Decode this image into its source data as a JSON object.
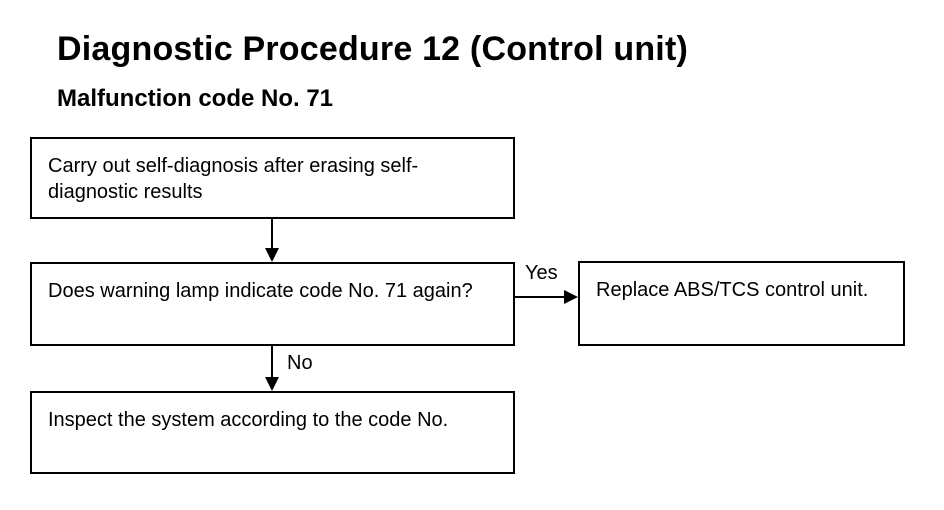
{
  "header": {
    "title": "Diagnostic Procedure 12 (Control unit)",
    "subtitle": "Malfunction code No. 71"
  },
  "flowchart": {
    "steps": [
      {
        "id": "step-1",
        "text": "Carry out self-diagnosis after erasing self-diagnostic results"
      },
      {
        "id": "step-2",
        "text": "Does warning lamp indicate code No. 71 again?"
      },
      {
        "id": "step-3",
        "text": "Replace ABS/TCS control unit."
      },
      {
        "id": "step-4",
        "text": "Inspect the system according to the code No."
      }
    ],
    "edges": [
      {
        "from": "step-1",
        "to": "step-2",
        "label": ""
      },
      {
        "from": "step-2",
        "to": "step-3",
        "label": "Yes"
      },
      {
        "from": "step-2",
        "to": "step-4",
        "label": "No"
      }
    ]
  }
}
